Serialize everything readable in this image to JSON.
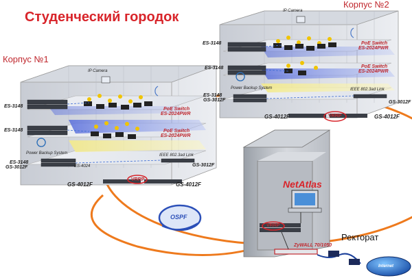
{
  "title": "Студенческий городок",
  "building1": {
    "title": "Корпус №1",
    "ip_camera": "IP Camera",
    "switch_left": "ES-3148",
    "switch_left2": "ES-3148",
    "switch_bottom": "ES-3148",
    "switch_bottom2": "GS-3012F",
    "poe_top": "PoE Switch",
    "poe_top_model": "ES-2024PWR",
    "poe_mid": "PoE Switch",
    "poe_mid_model": "ES-2024PWR",
    "power_backup": "Power Backup System",
    "ieee_link": "IEEE 802.3ad Link",
    "gs3012_right": "GS-3012F",
    "gs4012_left": "GS-4012F",
    "gs4012_right": "GS-4012F",
    "mid_model": "ES-4024",
    "vrrp": "VRRP"
  },
  "building2": {
    "title": "Корпус №2",
    "ip_camera": "IP Camera",
    "switch_left": "ES-3148",
    "switch_left2": "ES-3148",
    "switch_bottom": "ES-3148",
    "switch_bottom2": "GS-3012F",
    "poe_top": "PoE Switch",
    "poe_top_model": "ES-2024PWR",
    "poe_mid": "PoE Switch",
    "poe_mid_model": "ES-2024PWR",
    "power_backup": "Power Backup System",
    "ieee_link": "IEEE 802.3ad Link",
    "gs3012_right": "GS-3012F",
    "gs4012_left": "GS-4012F",
    "gs4012_right": "GS-4012F",
    "vrrp": "VRRP"
  },
  "rectorate": {
    "title": "Ректорат",
    "netatlas": "NetAtlas",
    "vrrp": "VRRP",
    "zywall": "ZyWALL 70/1050"
  },
  "ospf": "OSPF",
  "internet": "Internet",
  "colors": {
    "ring": "#ee7a1d",
    "title_red": "#d8242a",
    "floor_blue": "#6a7fe0",
    "floor_yellow": "#efe79a"
  }
}
